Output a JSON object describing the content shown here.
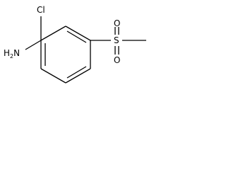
{
  "molecule": {
    "atoms": {
      "chlorine": "Cl",
      "amine_prefix": "H",
      "amine_subscript": "2",
      "amine_suffix": "N",
      "sulfur": "S",
      "oxygen_top": "O",
      "oxygen_bottom": "O"
    },
    "colors": {
      "bond": "#000000",
      "label": "#000000",
      "background": "#ffffff"
    }
  }
}
